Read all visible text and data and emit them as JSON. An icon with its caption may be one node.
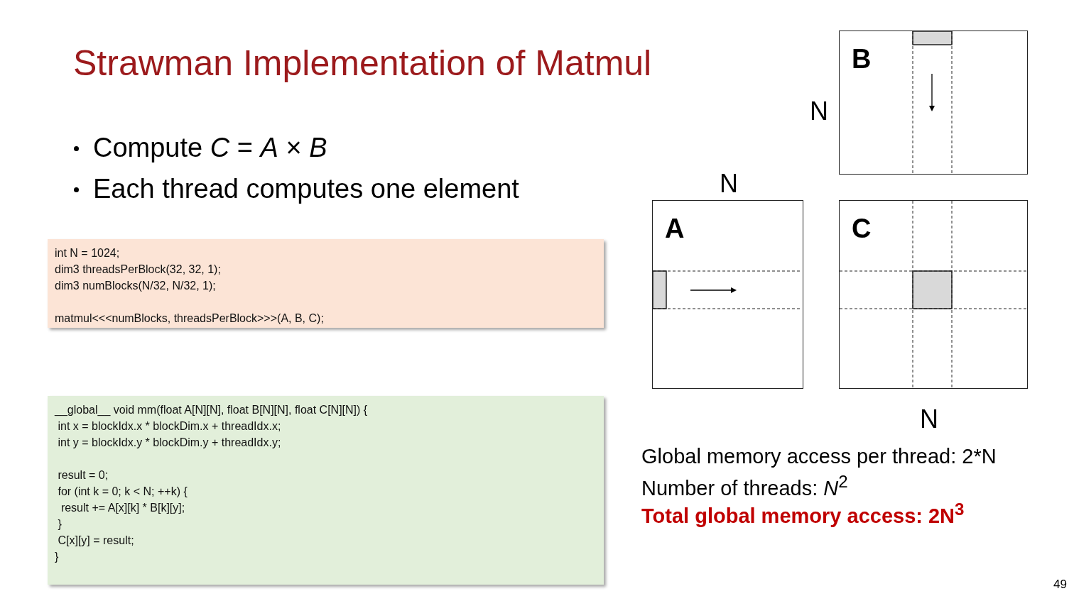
{
  "diagram": {
    "title": "Strawman Implementation of Matmul",
    "nodes": [
      {
        "text": [
          "int N = 1024;",
          "dim3 threadsPerBlock(32, 32, 1);",
          "dim3 numBlocks(N/32, N/32, 1);",
          "matmul<<<numBlocks, threadsPerBlock>>>(A, B, C);"
        ]
      },
      {
        "text": [
          "__global__ void mm(float A[N][N], float B[N][N], float C[N][N]) {",
          " int x = blockIdx.x * blockDim.x + threadIdx.x;",
          " int y = blockIdx.y * blockDim.y + threadIdx.y;",
          " result = 0;",
          " for (int k = 0; k < N; ++k) {",
          "  result += A[x][k] * B[k][y];",
          " }",
          " C[x][y] = result;",
          "}"
        ]
      },
      {
        "text": [
          "B"
        ],
        "beside": [
          "N"
        ]
      },
      {
        "text": [
          "A"
        ],
        "beside": [
          "N"
        ]
      },
      {
        "text": [
          "C"
        ],
        "beside": [
          "N"
        ]
      }
    ],
    "edges": [],
    "labels": [
      "Compute *C* = *A* × *B*",
      "Each thread computes one element",
      "Global memory access per thread: 2*N",
      "Number of threads: *N*$^{2}$",
      "Total global memory access: 2N$^{3}$",
      "49"
    ]
  }
}
